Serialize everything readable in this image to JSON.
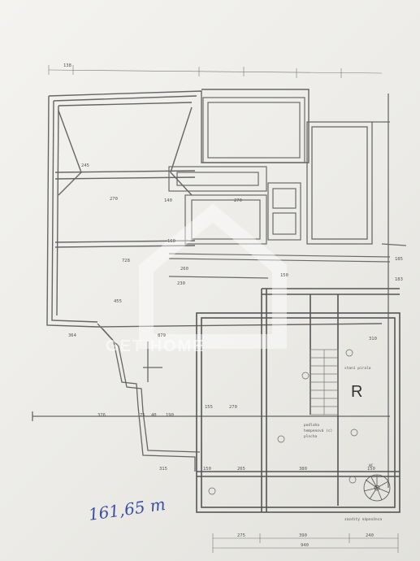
{
  "drawing": {
    "room_letter": "R",
    "area_note": "161,65 m",
    "area_note_superscript": "m",
    "watermark_text": "GET HOME",
    "annotation_wc": "WC",
    "annotation_stair": "staní pirala",
    "annotation_note_1": "podlaha",
    "annotation_note_2": "hempenová (c)",
    "annotation_note_3": "plocha",
    "annotation_bottom": "zazditý nápnožnca"
  },
  "dimensions": {
    "top_left": "138",
    "left_1": "270",
    "left_2": "245",
    "middle_1": "140",
    "middle_2": "270",
    "middle_3": "160",
    "right_top": "185",
    "right_upper": "150",
    "row_230": "230",
    "row_260": "260",
    "row_728": "728",
    "row_455": "455",
    "row_364": "364",
    "row_879": "879",
    "left_376": "376",
    "left_75": "75",
    "left_40": "40",
    "left_190": "190",
    "left_315": "315",
    "left_150": "150",
    "mid_155": "155",
    "mid_270": "270",
    "mid_265": "265",
    "mid_380": "380",
    "bot_275": "275",
    "bot_390": "390",
    "bot_240": "240",
    "bot_940": "940",
    "right_310": "310",
    "right_150": "150",
    "right_183": "183"
  }
}
